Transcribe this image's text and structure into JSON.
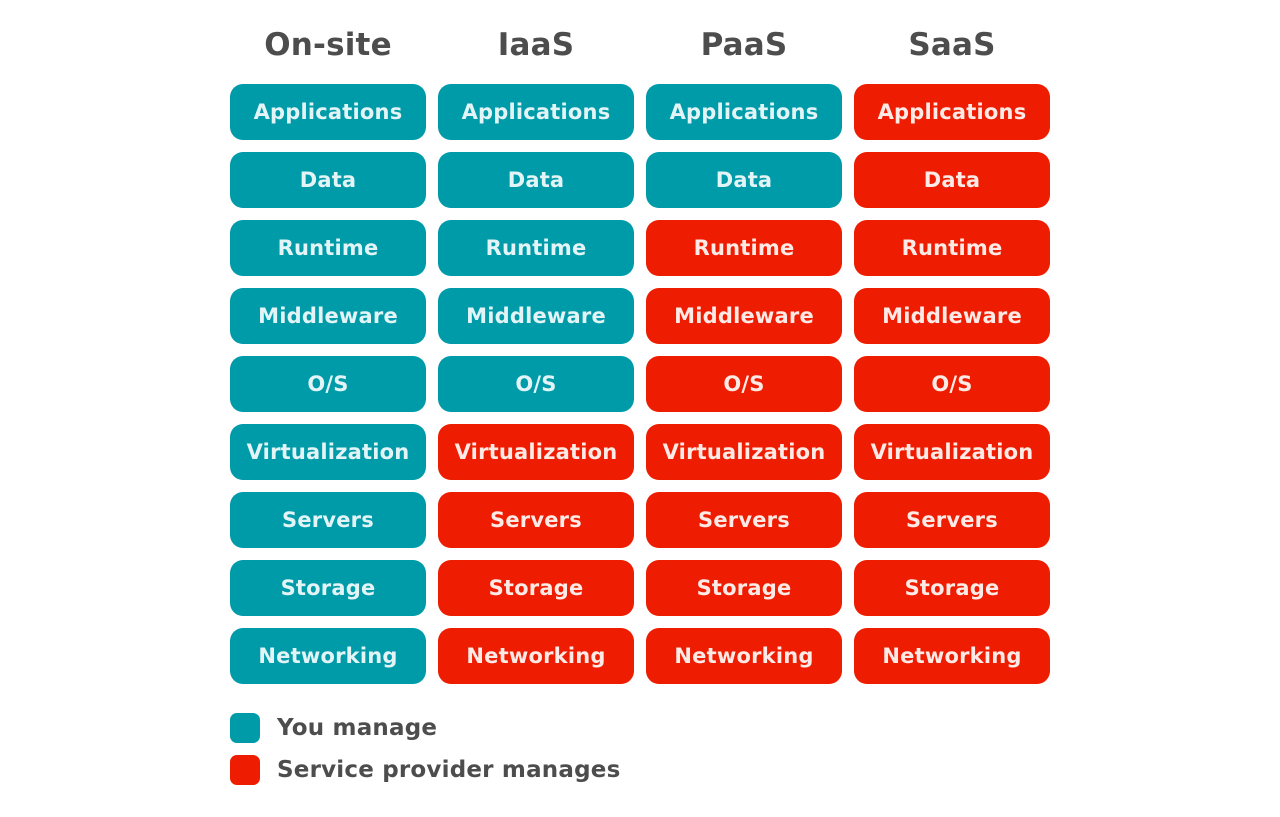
{
  "colors": {
    "you_manage": "#009ba8",
    "provider_manages": "#ee1c00",
    "cell_text_you": "#e3f4f6",
    "cell_text_provider": "#fdeae6",
    "heading_text": "#4d4d4d"
  },
  "columns": [
    {
      "title": "On-site",
      "cells": [
        {
          "label": "Applications",
          "managed_by": "you"
        },
        {
          "label": "Data",
          "managed_by": "you"
        },
        {
          "label": "Runtime",
          "managed_by": "you"
        },
        {
          "label": "Middleware",
          "managed_by": "you"
        },
        {
          "label": "O/S",
          "managed_by": "you"
        },
        {
          "label": "Virtualization",
          "managed_by": "you"
        },
        {
          "label": "Servers",
          "managed_by": "you"
        },
        {
          "label": "Storage",
          "managed_by": "you"
        },
        {
          "label": "Networking",
          "managed_by": "you"
        }
      ]
    },
    {
      "title": "IaaS",
      "cells": [
        {
          "label": "Applications",
          "managed_by": "you"
        },
        {
          "label": "Data",
          "managed_by": "you"
        },
        {
          "label": "Runtime",
          "managed_by": "you"
        },
        {
          "label": "Middleware",
          "managed_by": "you"
        },
        {
          "label": "O/S",
          "managed_by": "you"
        },
        {
          "label": "Virtualization",
          "managed_by": "provider"
        },
        {
          "label": "Servers",
          "managed_by": "provider"
        },
        {
          "label": "Storage",
          "managed_by": "provider"
        },
        {
          "label": "Networking",
          "managed_by": "provider"
        }
      ]
    },
    {
      "title": "PaaS",
      "cells": [
        {
          "label": "Applications",
          "managed_by": "you"
        },
        {
          "label": "Data",
          "managed_by": "you"
        },
        {
          "label": "Runtime",
          "managed_by": "provider"
        },
        {
          "label": "Middleware",
          "managed_by": "provider"
        },
        {
          "label": "O/S",
          "managed_by": "provider"
        },
        {
          "label": "Virtualization",
          "managed_by": "provider"
        },
        {
          "label": "Servers",
          "managed_by": "provider"
        },
        {
          "label": "Storage",
          "managed_by": "provider"
        },
        {
          "label": "Networking",
          "managed_by": "provider"
        }
      ]
    },
    {
      "title": "SaaS",
      "cells": [
        {
          "label": "Applications",
          "managed_by": "provider"
        },
        {
          "label": "Data",
          "managed_by": "provider"
        },
        {
          "label": "Runtime",
          "managed_by": "provider"
        },
        {
          "label": "Middleware",
          "managed_by": "provider"
        },
        {
          "label": "O/S",
          "managed_by": "provider"
        },
        {
          "label": "Virtualization",
          "managed_by": "provider"
        },
        {
          "label": "Servers",
          "managed_by": "provider"
        },
        {
          "label": "Storage",
          "managed_by": "provider"
        },
        {
          "label": "Networking",
          "managed_by": "provider"
        }
      ]
    }
  ],
  "legend": [
    {
      "label": "You manage",
      "managed_by": "you"
    },
    {
      "label": "Service provider manages",
      "managed_by": "provider"
    }
  ]
}
